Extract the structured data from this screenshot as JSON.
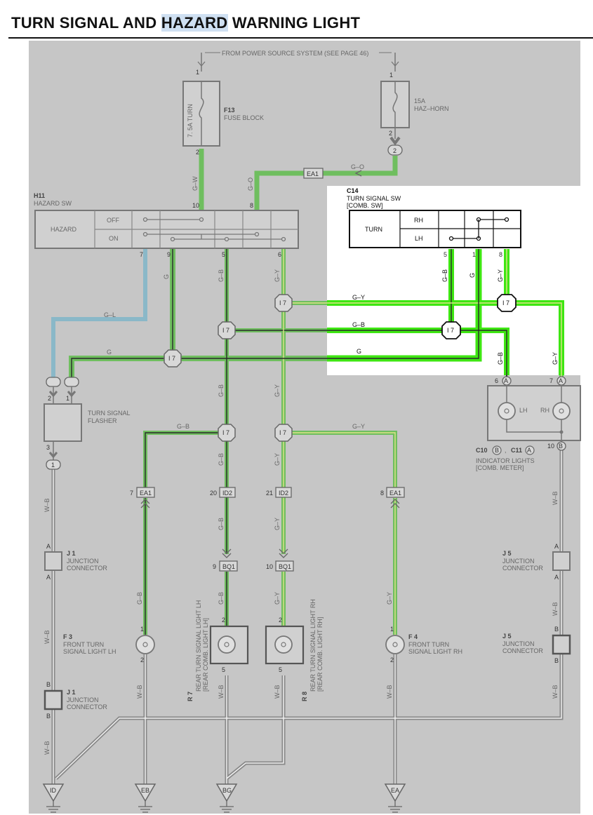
{
  "title": {
    "pre": "TURN SIGNAL AND ",
    "highlight": "HAZARD",
    "post": " WARNING LIGHT"
  },
  "colors": {
    "wire_green": "#6fbe5f",
    "wire_bright": "#3ee612",
    "panel_gray": "#c6c6c6",
    "panel_white": "#ffffff",
    "component": "#777777"
  },
  "power": {
    "label": "FROM POWER SOURCE SYSTEM (SEE PAGE 46)"
  },
  "f13": {
    "id": "F13",
    "name": "FUSE BLOCK",
    "fuse": "7. 5A TURN",
    "pin_in": "1",
    "pin_out": "2"
  },
  "haz_fuse": {
    "rating": "15A",
    "name": "HAZ–HORN",
    "pin_in": "1",
    "pin_out": "2",
    "conn": "2"
  },
  "h11": {
    "id": "H11",
    "name": "HAZARD SW",
    "label": "HAZARD",
    "off": "OFF",
    "on": "ON",
    "pins_top": [
      "10",
      "8"
    ],
    "pins_bottom": [
      "7",
      "9",
      "5",
      "6"
    ]
  },
  "c14": {
    "id": "C14",
    "name1": "TURN SIGNAL SW",
    "name2": "[COMB. SW]",
    "label": "TURN",
    "rh": "RH",
    "lh": "LH",
    "pins": [
      "5",
      "1",
      "8"
    ]
  },
  "ea1_top": "EA1",
  "wire": {
    "gw": "G–W",
    "go": "G–O",
    "go2": "G–O",
    "gl": "G–L",
    "g": "G",
    "gb": "G–B",
    "gy": "G–Y",
    "wb": "W–B"
  },
  "i7": "I 7",
  "flasher": {
    "name1": "TURN SIGNAL",
    "name2": "FLASHER",
    "pin_a": "2",
    "pin_b": "1",
    "pin_c": "3",
    "conn": "1"
  },
  "indicator": {
    "id1": "C10",
    "c1": "B",
    "sep": ",",
    "id2": "C11",
    "c2": "A",
    "name1": "INDICATOR LIGHTS",
    "name2": "[COMB.  METER]",
    "lh": "LH",
    "rh": "RH",
    "pin_lh": "6",
    "pin_rh": "7",
    "pin_gnd": "10",
    "conn_a": "A",
    "conn_b": "B"
  },
  "connectors": {
    "ea1": "EA1",
    "id2": "ID2",
    "bq1": "BQ1",
    "pin7": "7",
    "pin20": "20",
    "pin21": "21",
    "pin8": "8",
    "pin9": "9",
    "pin10": "10"
  },
  "j1": {
    "id": "J 1",
    "name1": "JUNCTION",
    "name2": "CONNECTOR",
    "a": "A",
    "b": "B"
  },
  "j5": {
    "id": "J 5",
    "name1": "JUNCTION",
    "name2": "CONNECTOR",
    "a": "A",
    "b": "B"
  },
  "f3": {
    "id": "F 3",
    "name1": "FRONT TURN",
    "name2": "SIGNAL LIGHT LH",
    "p1": "1",
    "p2": "2"
  },
  "f4": {
    "id": "F 4",
    "name1": "FRONT TURN",
    "name2": "SIGNAL LIGHT RH",
    "p1": "1",
    "p2": "2"
  },
  "r7": {
    "id": "R 7",
    "name1": "REAR TURN SIGNAL LIGHT LH",
    "name2": "[REAR COMB. LIGHT LH]",
    "p1": "2",
    "p2": "5"
  },
  "r8": {
    "id": "R 8",
    "name1": "REAR TURN SIGNAL LIGHT RH",
    "name2": "[REAR COMB. LIGHT RH]",
    "p1": "2",
    "p2": "5"
  },
  "grounds": [
    "ID",
    "EB",
    "BG",
    "EA"
  ]
}
